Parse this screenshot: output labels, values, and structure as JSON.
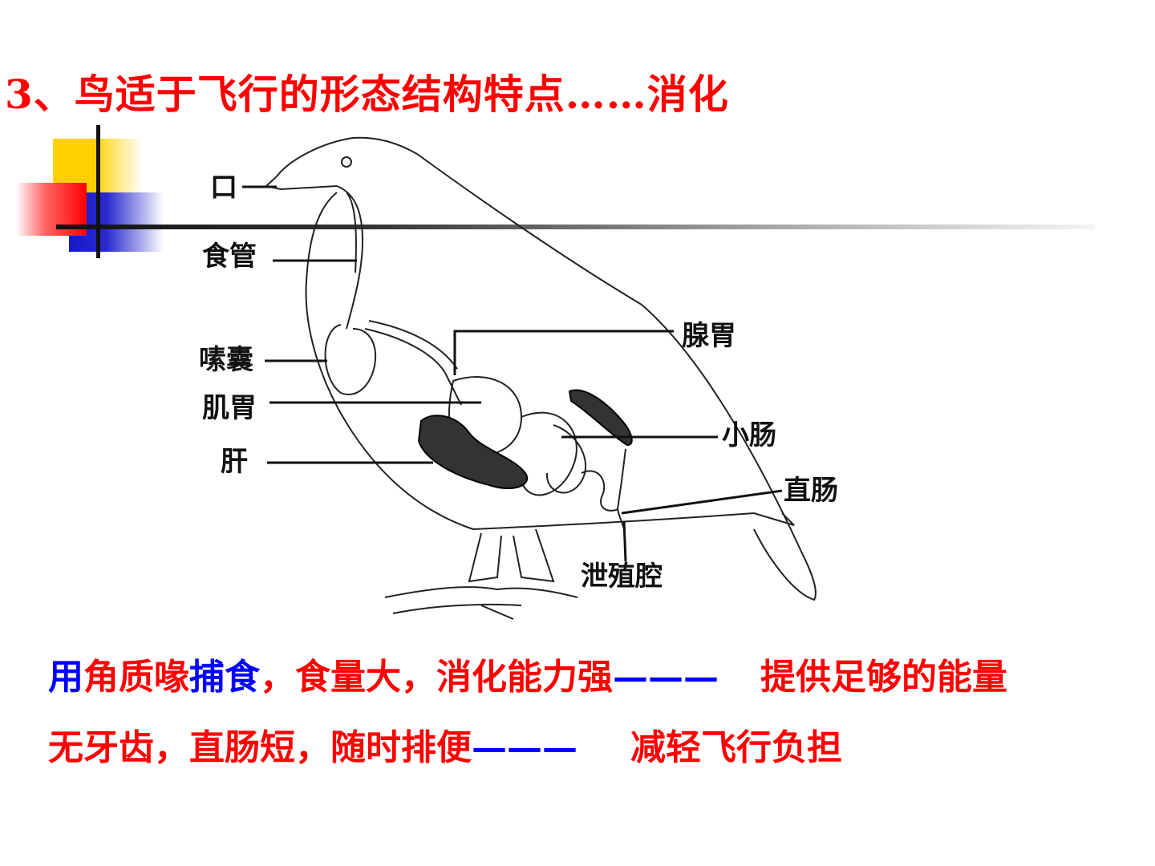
{
  "title": "3、鸟适于飞行的形态结构特点……消化",
  "diagram": {
    "labels": {
      "mouth": "口",
      "esophagus": "食管",
      "crop": "嗉囊",
      "gizzard": "肌胃",
      "liver": "肝",
      "proventriculus": "腺胃",
      "small_intestine": "小肠",
      "rectum": "直肠",
      "cloaca": "泄殖腔"
    }
  },
  "lines": [
    {
      "part1_blue": "用",
      "part2_red": "角质喙",
      "part3_blue": "捕食",
      "part4_red": "，食量大，消化能力强",
      "dash": "———",
      "result": "提供足够的能量"
    },
    {
      "text_red": "无牙齿，直肠短，随时排便",
      "dash": "———",
      "result": "减轻飞行负担"
    }
  ],
  "colors": {
    "title": "#ff0000",
    "red_text": "#ff0000",
    "blue_text": "#0000ff"
  }
}
